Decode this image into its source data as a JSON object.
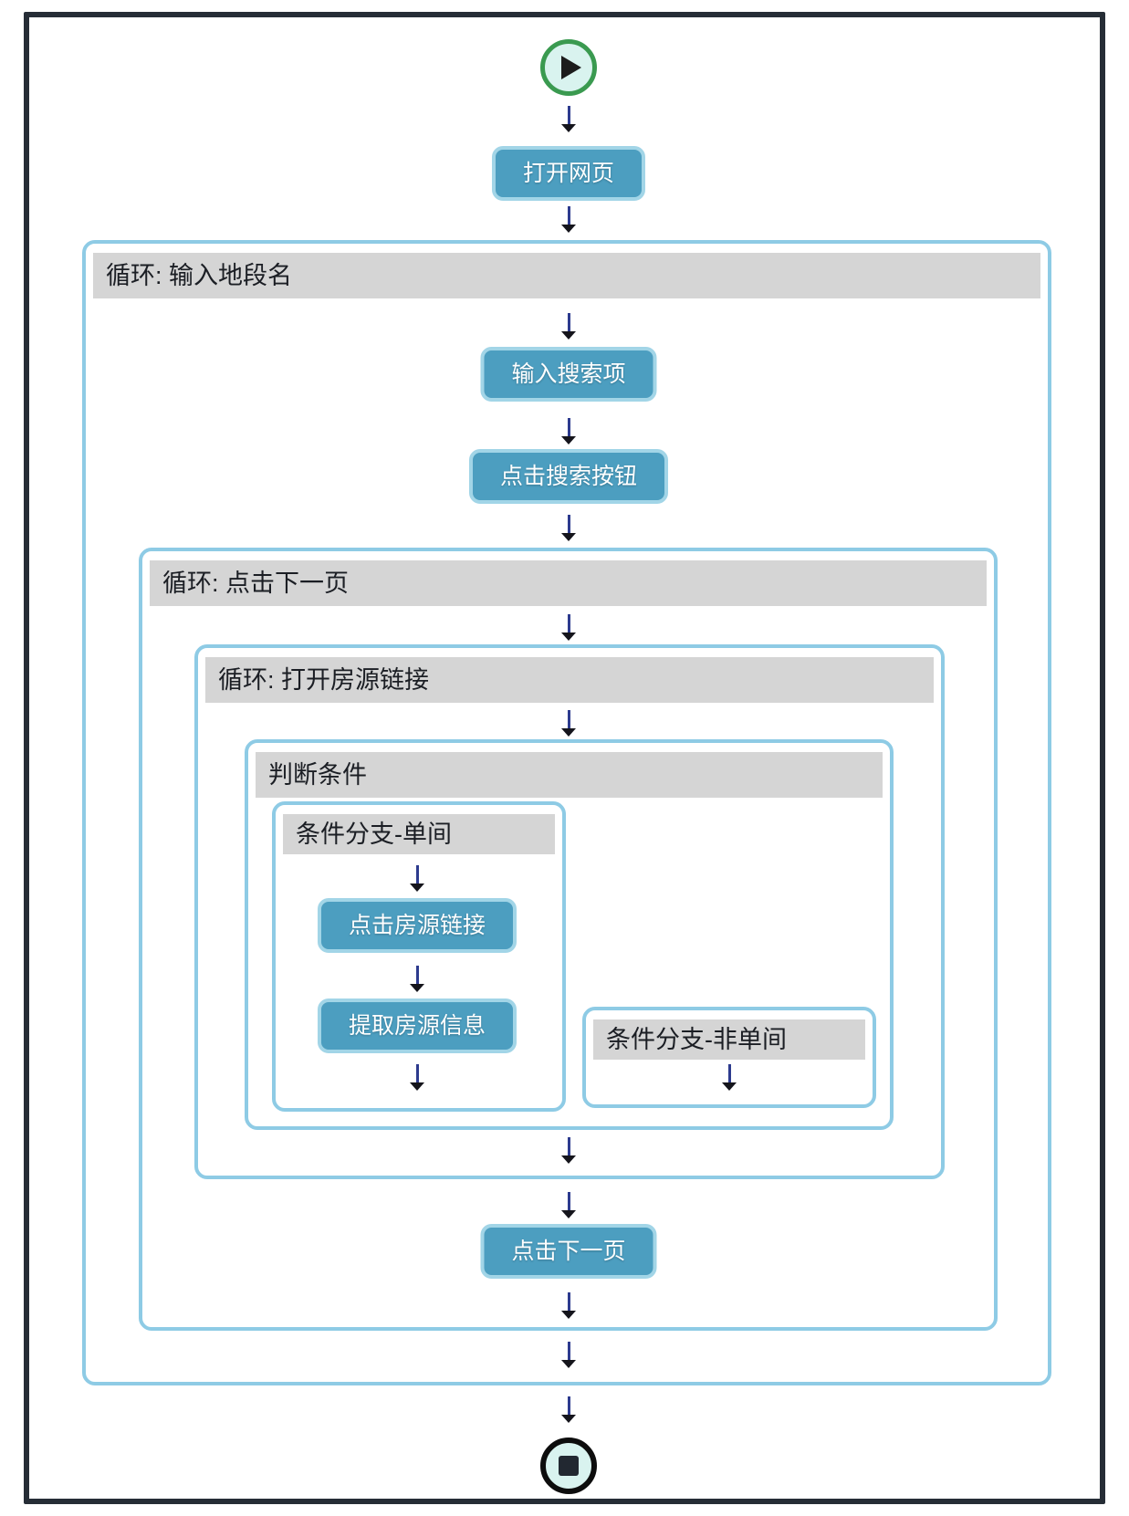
{
  "containers": {
    "loop_district": "循环: 输入地段名",
    "loop_next_page": "循环: 点击下一页",
    "loop_open_listing": "循环: 打开房源链接",
    "condition": "判断条件",
    "branch_single": "条件分支-单间",
    "branch_not_single": "条件分支-非单间"
  },
  "nodes": {
    "open_webpage": "打开网页",
    "enter_search": "输入搜索项",
    "click_search": "点击搜索按钮",
    "click_listing": "点击房源链接",
    "extract_info": "提取房源信息",
    "click_next": "点击下一页"
  },
  "icons": {
    "start": "start-play-icon",
    "stop": "stop-icon"
  },
  "colors": {
    "canvas_bg": "#ffffff",
    "frame_border": "#262d36",
    "loop_border": "#8ecbe5",
    "header_bg": "#d5d5d5",
    "header_text": "#1b1e24",
    "button_bg": "#4c9ec0",
    "button_border": "#a2d5e7",
    "button_text": "#ffffff",
    "arrow": "#2d3b8e",
    "arrow_head": "#15151c",
    "start_ring": "#3a9a50",
    "stop_ring": "#0d0d0d",
    "icon_bg": "#d9f3ef",
    "play_glyph": "#1c1c1c",
    "stop_glyph": "#222831"
  }
}
